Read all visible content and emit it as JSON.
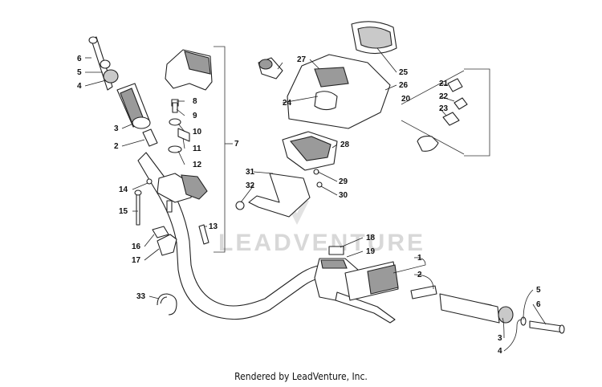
{
  "watermark": "LEADVENTURE",
  "footer": "Rendered by LeadVenture, Inc.",
  "callouts": {
    "c1": "1",
    "c2a": "2",
    "c2b": "2",
    "c3a": "3",
    "c3b": "3",
    "c4a": "4",
    "c4b": "4",
    "c5a": "5",
    "c5b": "5",
    "c6a": "6",
    "c6b": "6",
    "c7": "7",
    "c8": "8",
    "c9": "9",
    "c10": "10",
    "c11": "11",
    "c12": "12",
    "c13": "13",
    "c14": "14",
    "c15": "15",
    "c16": "16",
    "c17": "17",
    "c18": "18",
    "c19": "19",
    "c20": "20",
    "c21": "21",
    "c22": "22",
    "c23": "23",
    "c24": "24",
    "c25": "25",
    "c26": "26",
    "c27": "27",
    "c28": "28",
    "c29": "29",
    "c30": "30",
    "c31": "31",
    "c32": "32",
    "c33": "33"
  },
  "colors": {
    "line": "#222222",
    "shade": "#9a9a9a",
    "watermark": "#d8d8d8"
  }
}
